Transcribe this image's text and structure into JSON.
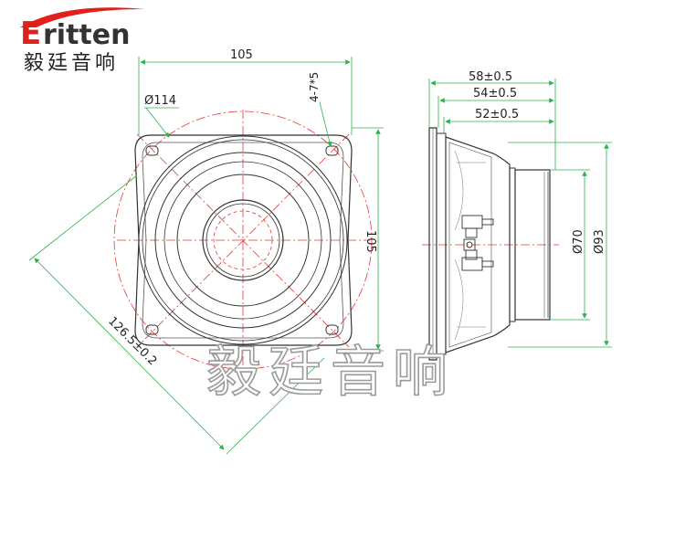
{
  "logo": {
    "word": "ritten",
    "initial": "E",
    "chinese": "毅廷音响",
    "swoosh_color": "#e0201b"
  },
  "front_view": {
    "dim_width": "105",
    "dim_height": "105",
    "dim_frame_diameter": "Ø114",
    "dim_holes": "4-7*5",
    "dim_diagonal": "126.5±0.2"
  },
  "side_view": {
    "dim_depth_total": "58±0.5",
    "dim_depth_mid": "54±0.5",
    "dim_depth_inner": "52±0.5",
    "dim_magnet": "Ø70",
    "dim_frame": "Ø93"
  },
  "watermark": "毅廷音响",
  "colors": {
    "line": "#333333",
    "dimension": "#2bb24c",
    "centerline": "#e53935"
  }
}
